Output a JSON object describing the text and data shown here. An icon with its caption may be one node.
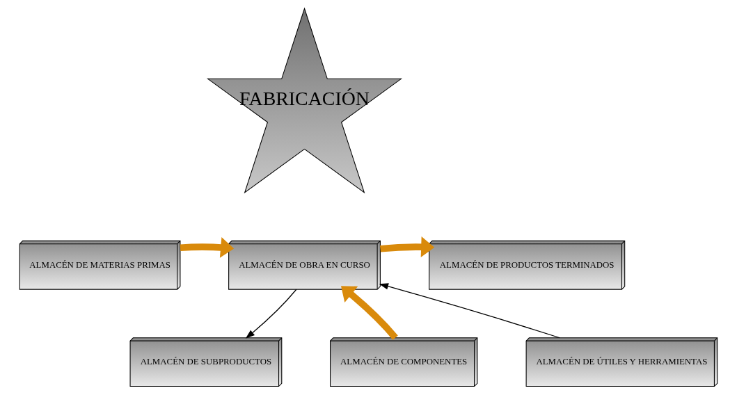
{
  "diagram": {
    "nodes": [
      {
        "text": [
          "FABRICACIÓN"
        ]
      },
      {
        "text": [
          "ALMACÉN DE MATERIAS PRIMAS"
        ]
      },
      {
        "text": [
          "ALMACÉN DE OBRA EN CURSO"
        ]
      },
      {
        "text": [
          "ALMACÉN DE PRODUCTOS TERMINADOS"
        ]
      },
      {
        "text": [
          "ALMACÉN DE SUBPRODUCTOS"
        ]
      },
      {
        "text": [
          "ALMACÉN DE COMPONENTES"
        ]
      },
      {
        "text": [
          "ALMACÉN DE ÚTILES Y HERRAMIENTAS"
        ]
      }
    ],
    "edges": [
      {
        "from": 1,
        "to": 2,
        "arrow": "to"
      },
      {
        "from": 2,
        "to": 3,
        "arrow": "to"
      },
      {
        "from": 2,
        "to": 4,
        "arrow": "to",
        "color": "#000000"
      },
      {
        "from": 5,
        "to": 2,
        "arrow": "to"
      },
      {
        "from": 6,
        "to": 2,
        "arrow": "to",
        "color": "#000000"
      }
    ]
  }
}
